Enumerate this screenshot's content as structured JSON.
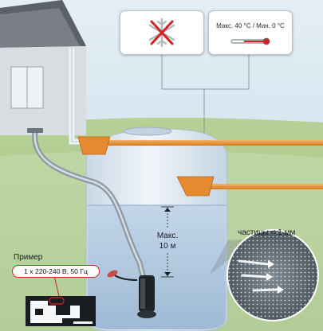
{
  "callouts": {
    "frost": {
      "icon": "no-frost-icon"
    },
    "temperature": {
      "text": "Макс. 40 °C / Мин. 0 °C",
      "icon": "thermometer-icon"
    }
  },
  "tank": {
    "max_depth_label": "Макс.\n10 м"
  },
  "filter_inset": {
    "particles_label": "частицы < 1 мм"
  },
  "pump_example": {
    "title": "Пример",
    "power_spec": "1 x 220-240 В, 50 Гц"
  },
  "colors": {
    "sky": "#cfe0ec",
    "grass": "#a9c88a",
    "tank": "#dde8f1",
    "water": "#a9c3dc",
    "pipe_orange": "#e58a2e",
    "accent_red": "#d42222",
    "pipe_blue": "#c9dcec"
  }
}
